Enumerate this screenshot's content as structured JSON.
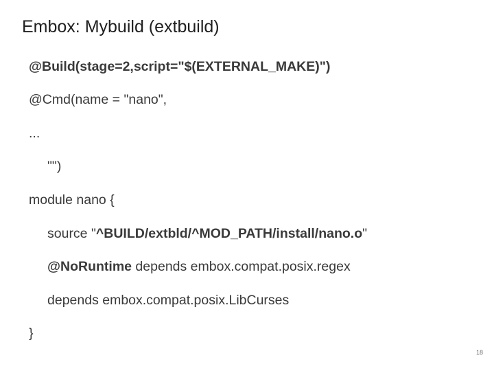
{
  "slide": {
    "title": "Embox: Mybuild (extbuild)",
    "number": "18"
  },
  "code": {
    "line1": "@Build(stage=2,script=\"$(EXTERNAL_MAKE)\")",
    "line2": "@Cmd(name = \"nano\",",
    "line3": "...",
    "line4": "\"\")",
    "line5": "module nano {",
    "line6_pre": "source \"",
    "line6_bold": "^BUILD/extbld/^MOD_PATH/install/nano.o",
    "line6_post": "\"",
    "line7_bold": "@NoRuntime",
    "line7_rest": " depends embox.compat.posix.regex",
    "line8": "depends embox.compat.posix.LibCurses",
    "line9": "}"
  }
}
